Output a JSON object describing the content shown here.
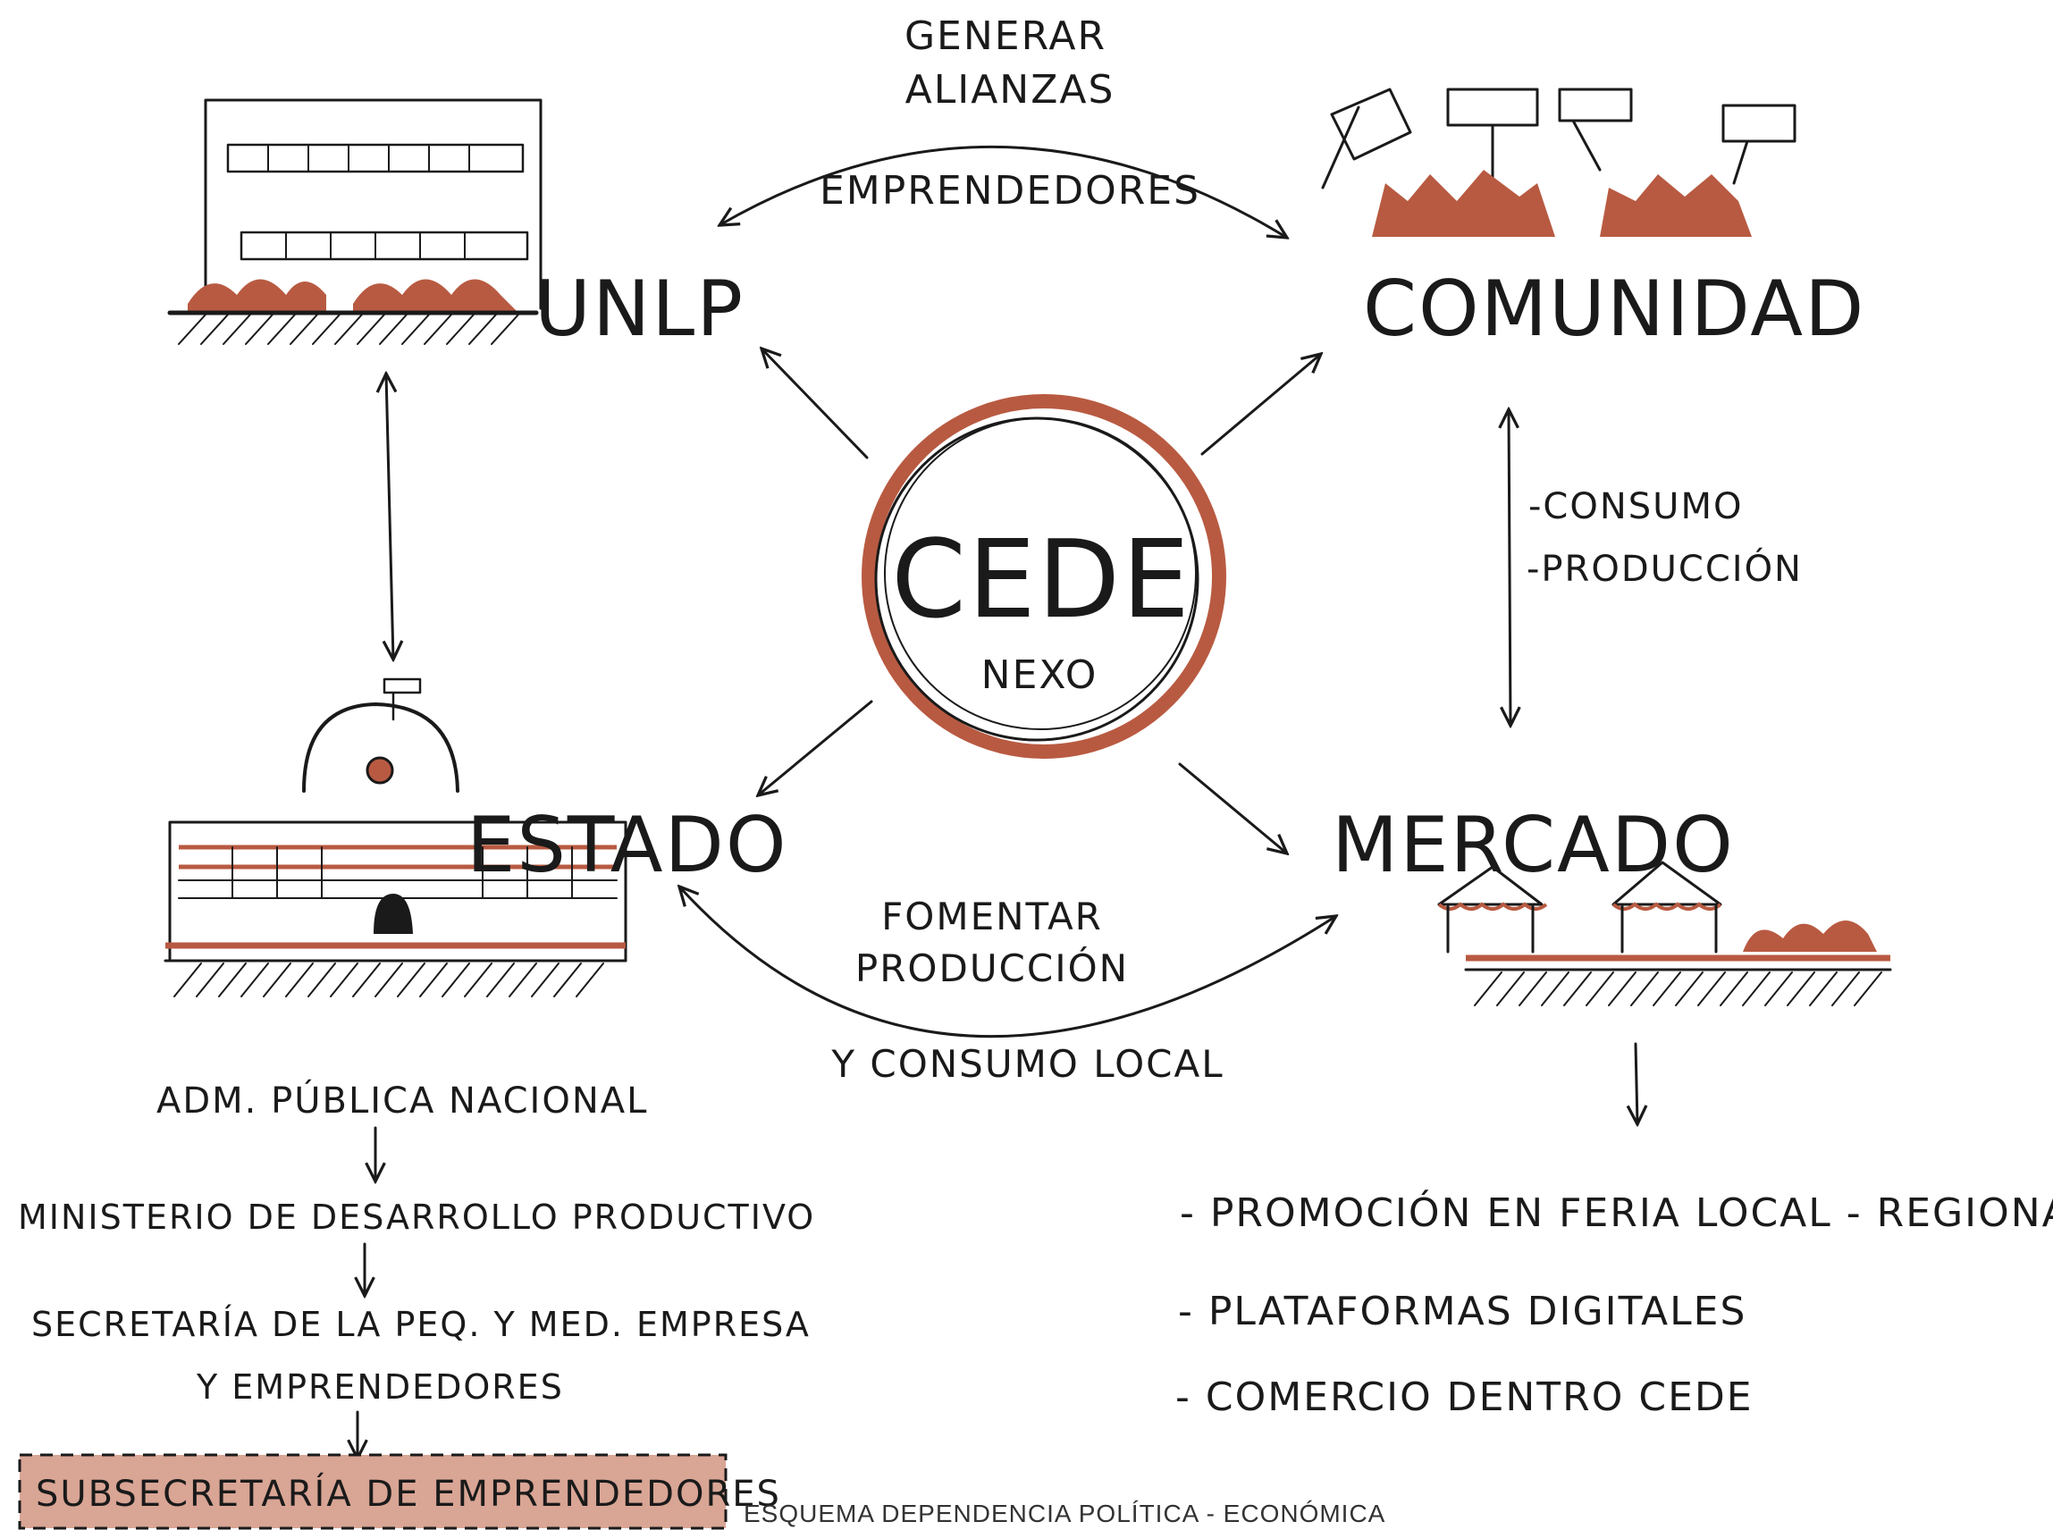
{
  "nodes": {
    "center": {
      "title": "CEDE",
      "subtitle": "NEXO"
    },
    "unlp": {
      "label": "UNLP"
    },
    "comunidad": {
      "label": "COMUNIDAD"
    },
    "estado": {
      "label": "ESTADO"
    },
    "mercado": {
      "label": "MERCADO"
    }
  },
  "top_arc": {
    "line1": "GENERAR",
    "line2": "ALIANZAS",
    "line3": "EMPRENDEDORES"
  },
  "bottom_arc": {
    "line1": "FOMENTAR",
    "line2": "PRODUCCIÓN",
    "line3": "Y CONSUMO LOCAL"
  },
  "right_link": {
    "item1": "-CONSUMO",
    "item2": "-PRODUCCIÓN"
  },
  "hierarchy": [
    "ADM. PÚBLICA NACIONAL",
    "MINISTERIO DE DESARROLLO PRODUCTIVO",
    "SECRETARÍA DE LA PEQ. Y MED. EMPRESA",
    "Y EMPRENDEDORES",
    "SUBSECRETARÍA DE EMPRENDEDORES"
  ],
  "market_actions": [
    "- PROMOCIÓN EN FERIA LOCAL - REGIONAL",
    "- PLATAFORMAS DIGITALES",
    "- COMERCIO DENTRO CEDE"
  ],
  "caption": "ESQUEMA DEPENDENCIA POLÍTICA - ECONÓMICA",
  "colors": {
    "accent": "#b85a41",
    "highlight": "#d9a595",
    "ink": "#1a1a1a"
  }
}
